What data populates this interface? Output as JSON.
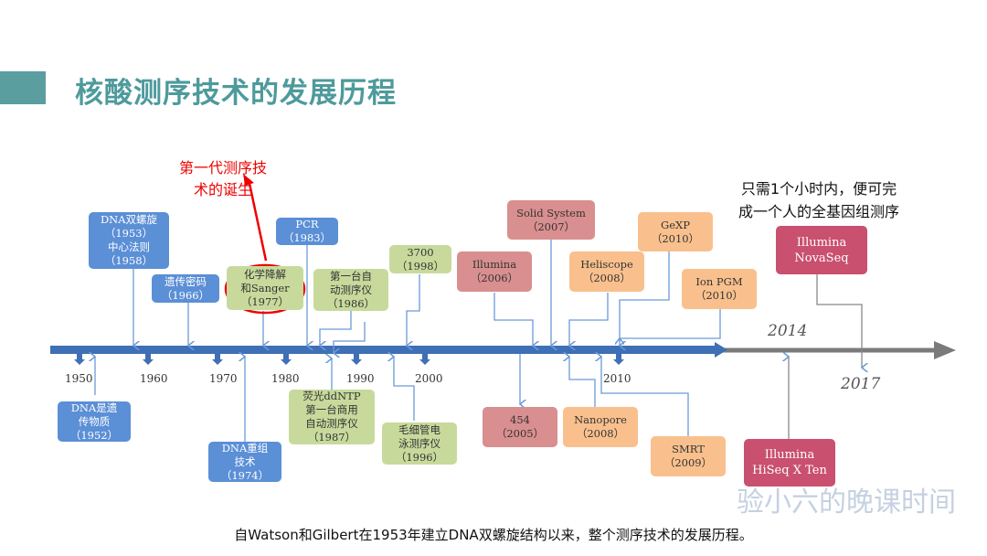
{
  "title": "核酸测序技术的发展历程",
  "annotation": {
    "line1": "第一代测序技",
    "line2": "术的诞生"
  },
  "note": {
    "line1": "只需1个小时内，便可完",
    "line2": "成一个人的全基因组测序"
  },
  "years": [
    "1950",
    "1960",
    "1970",
    "1980",
    "1990",
    "2000",
    "2010"
  ],
  "future_years": [
    "2014",
    "2017"
  ],
  "events": {
    "dna_helix": [
      "DNA双螺旋",
      "（1953）",
      "中心法则",
      "（1958）"
    ],
    "genetic_code": [
      "遗传密码",
      "（1966）"
    ],
    "sanger": [
      "化学降解",
      "和Sanger",
      "（1977）"
    ],
    "pcr": [
      "PCR",
      "（1983）"
    ],
    "auto_seq": [
      "第一台自",
      "动测序仪",
      "（1986）"
    ],
    "abi3700": [
      "3700",
      "（1998）"
    ],
    "dna_genetic": [
      "DNA是遗",
      "传物质",
      "（1952）"
    ],
    "recomb": [
      "DNA重组",
      "技术",
      "（1974）"
    ],
    "ddntp": [
      "荧光ddNTP",
      "第一台商用",
      "自动测序仪",
      "（1987）"
    ],
    "capillary": [
      "毛细管电",
      "泳测序仪",
      "（1996）"
    ],
    "illumina": [
      "Illumina",
      "（2006）"
    ],
    "solid": [
      "Solid System",
      "（2007）"
    ],
    "heliscope": [
      "Heliscope",
      "（2008）"
    ],
    "gexp": [
      "GeXP",
      "（2010）"
    ],
    "ionpgm": [
      "Ion PGM",
      "（2010）"
    ],
    "f454": [
      "454",
      "（2005）"
    ],
    "nanopore": [
      "Nanopore",
      "（2008）"
    ],
    "smrt": [
      "SMRT",
      "（2009）"
    ],
    "novaseq": [
      "Illumina",
      "NovaSeq"
    ],
    "hiseqx": [
      "Illumina",
      "HiSeq X Ten"
    ]
  },
  "watermark": "验小六的晚课时间",
  "caption": "自Watson和Gilbert在1953年建立DNA双螺旋结构以来，整个测序技术的发展历程。",
  "colors": {
    "gen1_blue": "#5b8fd6",
    "gen1_green": "#c7da9c",
    "gen2_red": "#d98f8f",
    "gen3_orange": "#f9c08d",
    "latest": "#c9506e",
    "title": "#4e9a9c"
  }
}
